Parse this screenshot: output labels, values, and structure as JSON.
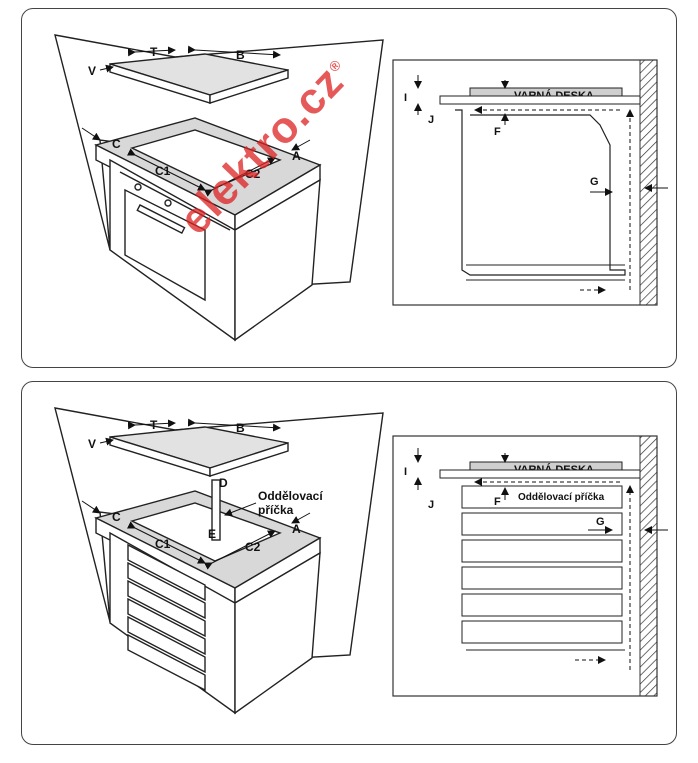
{
  "labels": {
    "T": "T",
    "B": "B",
    "V": "V",
    "C": "C",
    "A": "A",
    "C1": "C1",
    "C2": "C2",
    "D": "D",
    "E": "E",
    "I": "I",
    "J": "J",
    "F": "F",
    "G": "G"
  },
  "hob_label": "VARNÁ DESKA",
  "divider_label": "Oddělovací příčka",
  "divider_label_line1": "Oddělovací",
  "divider_label_line2": "příčka",
  "watermark": "elektro.cz",
  "registered": "®",
  "colors": {
    "stroke": "#222222",
    "hob": "#cfcfcf",
    "worktop": "#d8d8d8",
    "watermark": "#dd2222"
  }
}
